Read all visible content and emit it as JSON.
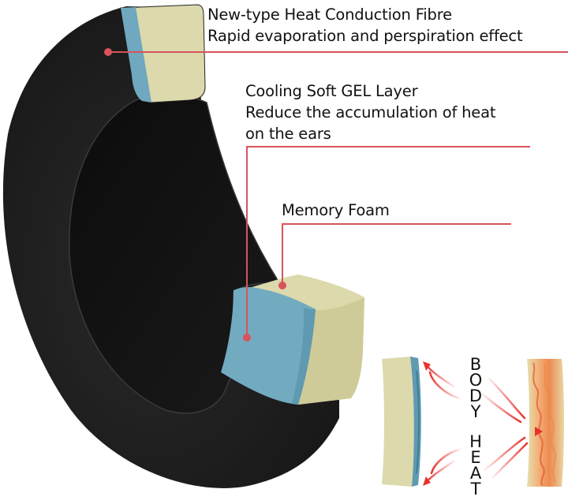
{
  "callouts": [
    {
      "id": "fibre",
      "title": "New-type Heat Conduction Fibre",
      "lines": [
        "Rapid evaporation and perspiration effect"
      ]
    },
    {
      "id": "gel",
      "title": "Cooling Soft GEL Layer",
      "lines": [
        "Reduce the accumulation of heat",
        "on the ears"
      ]
    },
    {
      "id": "foam",
      "title": "Memory Foam",
      "lines": []
    }
  ],
  "inset": {
    "word_top": [
      "B",
      "O",
      "D",
      "Y"
    ],
    "word_bottom": [
      "H",
      "E",
      "A",
      "T"
    ]
  },
  "colors": {
    "pad_black": "#1c1c1c",
    "gel_blue": "#6fa8bf",
    "foam_cream": "#dcd9ac",
    "leader_red": "#d9535b",
    "arrow_red": "#e8322d",
    "text": "#111111"
  }
}
